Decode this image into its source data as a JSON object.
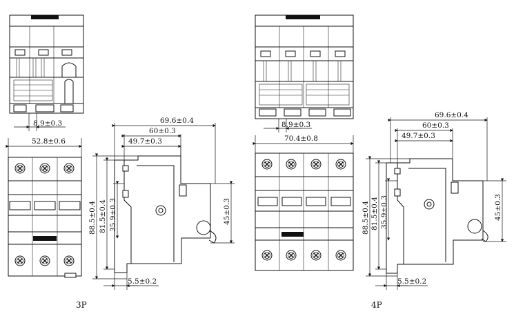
{
  "captions": {
    "left": "3P",
    "right": "4P"
  },
  "dims_3p": {
    "pitch": "8.9±0.3",
    "front_width": "52.8±0.6",
    "depth_total": "69.6±0.4",
    "depth_mid": "60±0.3",
    "depth_front": "49.7±0.3",
    "height_total": "88.5±0.4",
    "height_body": "81.5±0.4",
    "height_shoulder": "35.9±0.3",
    "height_right": "45±0.3",
    "rail_offset": "5.5±0.2"
  },
  "dims_4p": {
    "pitch": "8.9±0.3",
    "front_width": "70.4±0.8",
    "depth_total": "69.6±0.4",
    "depth_mid": "60±0.3",
    "depth_front": "49.7±0.3",
    "height_total": "88.5±0.4",
    "height_body": "81.5±0.4",
    "height_shoulder": "35.9±0.3",
    "height_right": "45±0.3",
    "rail_offset": "5.5±0.2"
  }
}
